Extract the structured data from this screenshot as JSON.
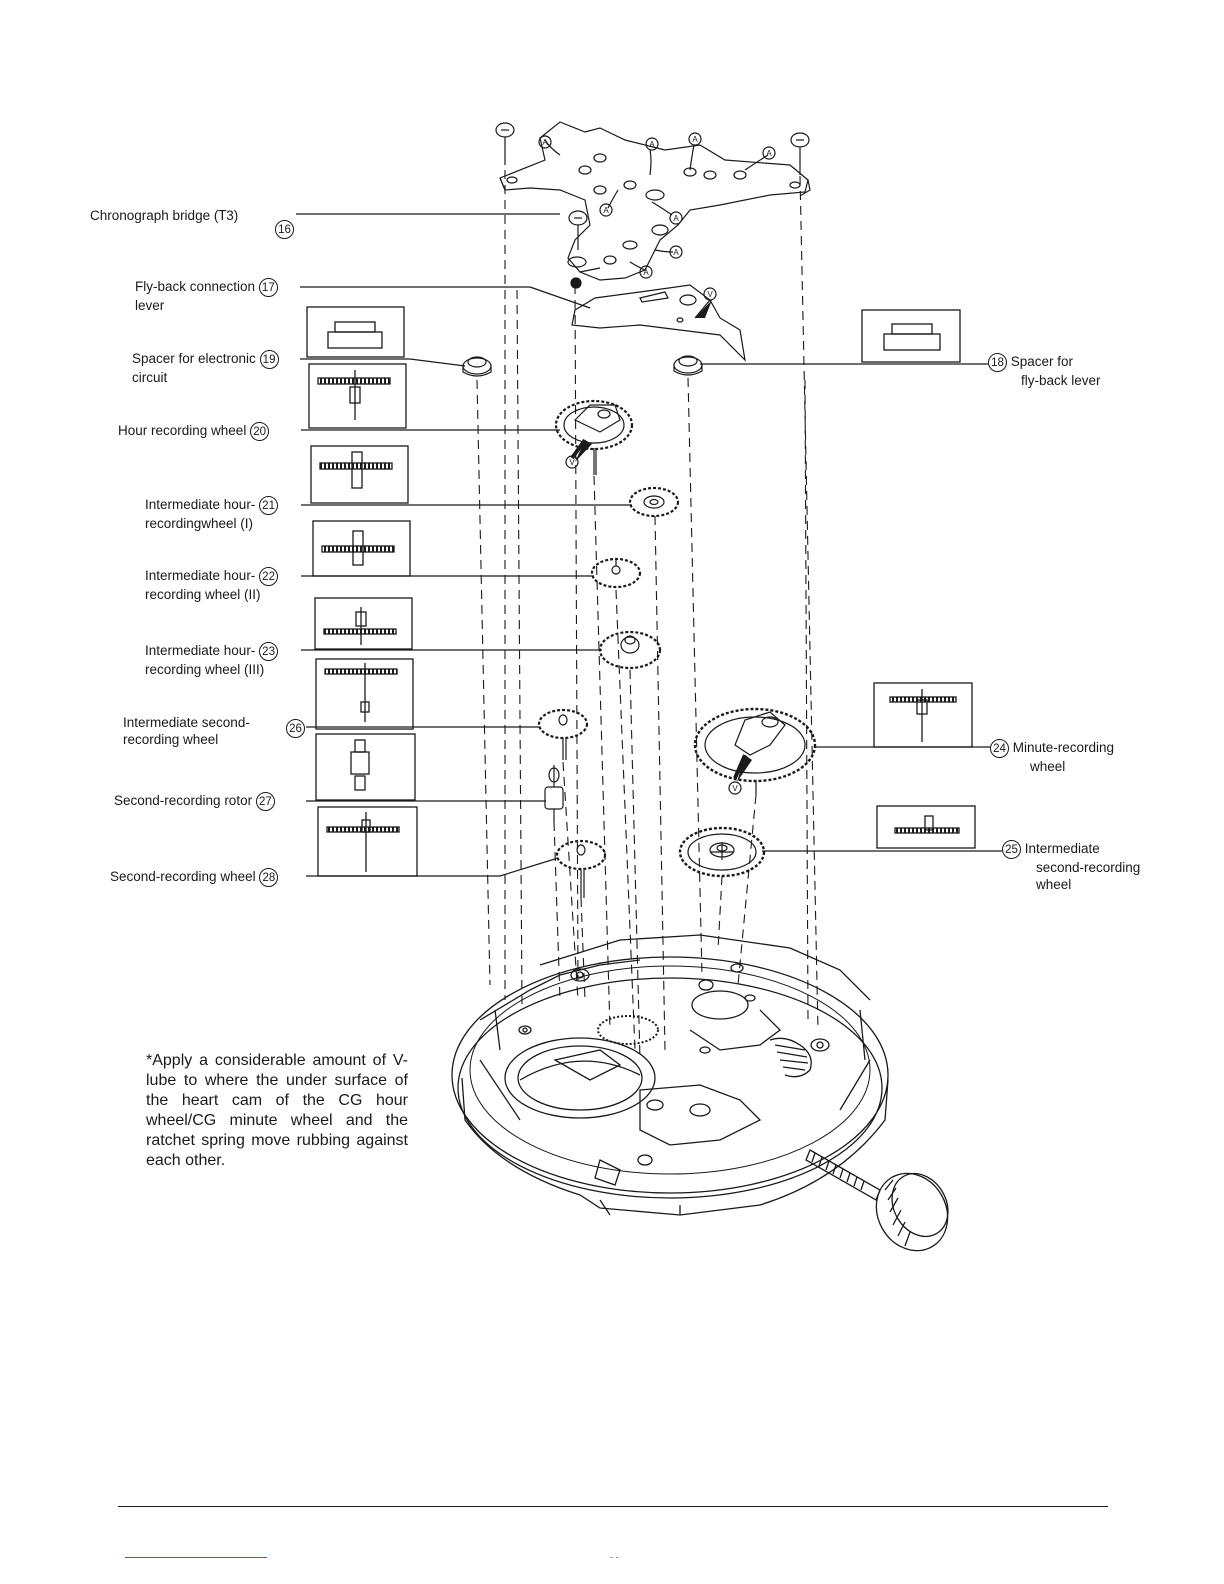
{
  "parts": [
    {
      "number": "16",
      "label": "Chronograph bridge (",
      "screw_count": "3)",
      "label_line2": ""
    },
    {
      "number": "17",
      "label": "Fly-back connection",
      "label_line2": "lever"
    },
    {
      "number": "19",
      "label": "Spacer for electronic",
      "label_line2": "circuit"
    },
    {
      "number": "20",
      "label": "Hour recording wheel",
      "label_line2": ""
    },
    {
      "number": "21",
      "label": "Intermediate hour-",
      "label_line2": "recordingwheel (I)"
    },
    {
      "number": "22",
      "label": "Intermediate hour-",
      "label_line2": "recording wheel (II)"
    },
    {
      "number": "23",
      "label": "Intermediate hour-",
      "label_line2": "recording wheel (III)"
    },
    {
      "number": "26",
      "label": "Intermediate second-",
      "label_line2": "recording wheel"
    },
    {
      "number": "27",
      "label": "Second-recording rotor",
      "label_line2": ""
    },
    {
      "number": "28",
      "label": "Second-recording wheel",
      "label_line2": ""
    },
    {
      "number": "18",
      "label": "Spacer for",
      "label_line2": "fly-back lever"
    },
    {
      "number": "24",
      "label": "Minute-recording",
      "label_line2": "wheel"
    },
    {
      "number": "25",
      "label": "Intermediate",
      "label_line2": "second-recording",
      "label_line3": "wheel"
    }
  ],
  "lube_marks": {
    "a": "A",
    "v": "V"
  },
  "note": "*Apply a considerable amount of V-lube to where the under surface of the heart cam of the CG hour wheel/CG minute wheel and the ratchet spring move rubbing against each other.",
  "page_number": "- -"
}
